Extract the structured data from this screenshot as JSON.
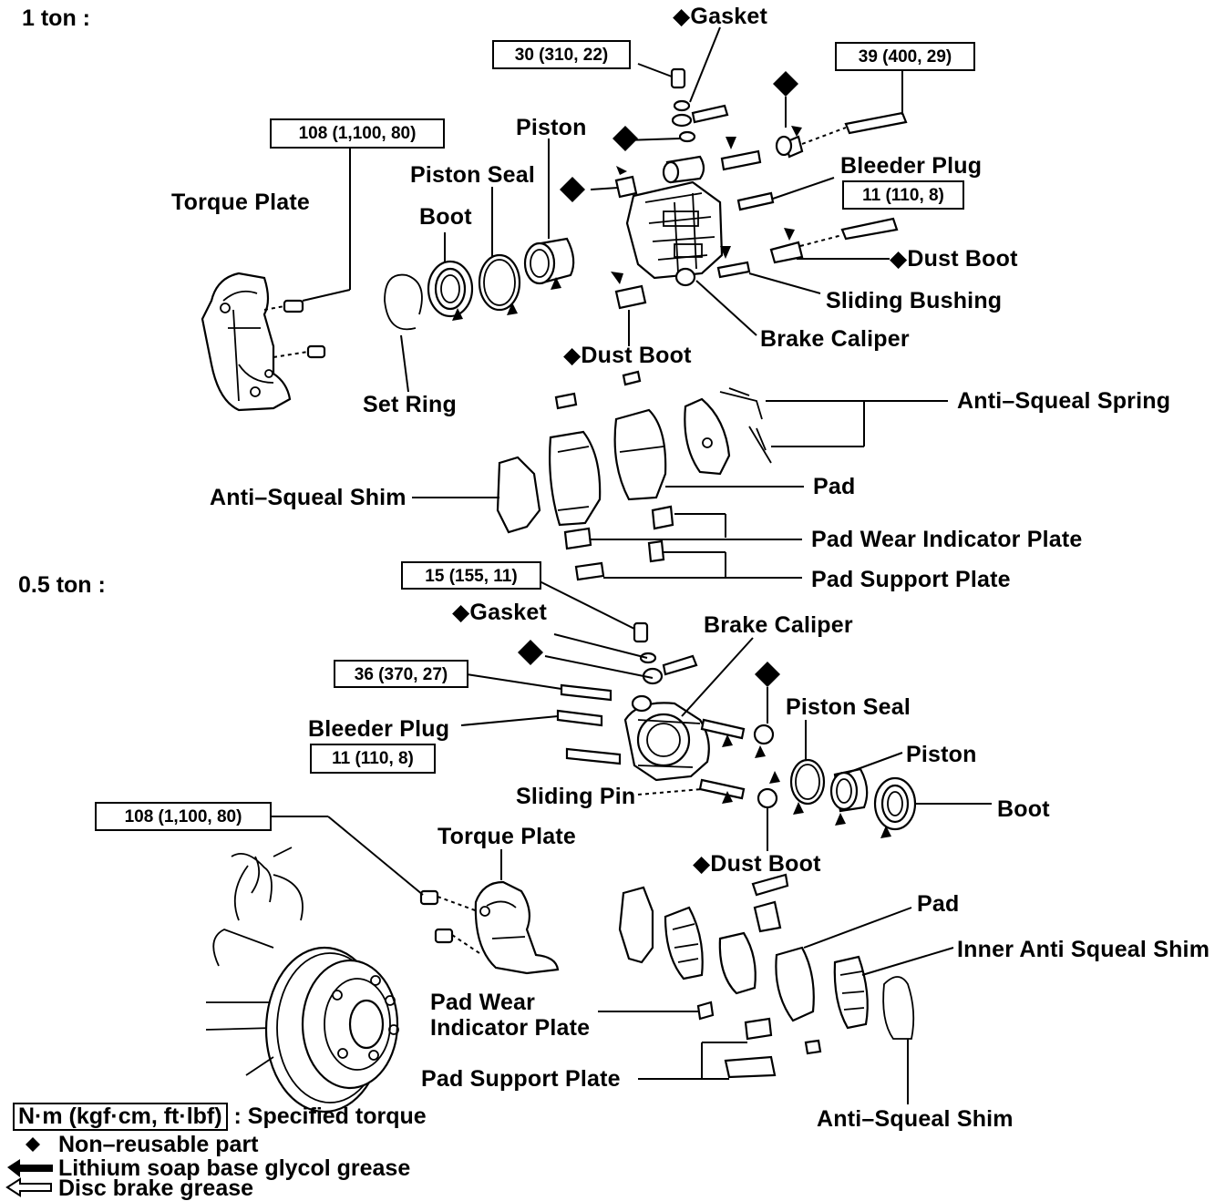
{
  "sections": {
    "one_ton": "1 ton :",
    "half_ton": "0.5 ton :"
  },
  "torque_specs": {
    "t30": "30 (310, 22)",
    "t39": "39 (400, 29)",
    "t108_top": "108 (1,100, 80)",
    "t11_top": "11 (110, 8)",
    "t15": "15 (155, 11)",
    "t36": "36 (370, 27)",
    "t11_bottom": "11 (110, 8)",
    "t108_bottom": "108 (1,100, 80)"
  },
  "labels_1ton": {
    "gasket": "◆Gasket",
    "piston": "Piston",
    "piston_seal": "Piston Seal",
    "boot": "Boot",
    "torque_plate": "Torque Plate",
    "bleeder_plug": "Bleeder Plug",
    "dust_boot_right": "◆Dust Boot",
    "sliding_bushing": "Sliding Bushing",
    "brake_caliper": "Brake Caliper",
    "dust_boot_bottom": "◆Dust Boot",
    "set_ring": "Set Ring",
    "anti_squeal_spring": "Anti–Squeal Spring",
    "pad": "Pad",
    "anti_squeal_shim": "Anti–Squeal Shim",
    "pad_wear_indicator_plate": "Pad Wear Indicator Plate",
    "pad_support_plate": "Pad Support Plate"
  },
  "labels_half_ton": {
    "gasket": "◆Gasket",
    "brake_caliper": "Brake Caliper",
    "piston_seal": "Piston Seal",
    "piston": "Piston",
    "bleeder_plug": "Bleeder Plug",
    "sliding_pin": "Sliding Pin",
    "boot": "Boot",
    "dust_boot": "◆Dust Boot",
    "torque_plate": "Torque Plate",
    "pad": "Pad",
    "inner_anti_squeal_shim": "Inner Anti Squeal Shim",
    "pad_wear_indicator_plate_1": "Pad Wear",
    "pad_wear_indicator_plate_2": "Indicator Plate",
    "pad_support_plate": "Pad Support Plate",
    "anti_squeal_shim": "Anti–Squeal Shim"
  },
  "legend": {
    "torque_box": "N·m (kgf·cm, ft·lbf)",
    "torque_text": ": Specified torque",
    "non_reusable": "Non–reusable part",
    "lithium": "Lithium soap base glycol grease",
    "disc_brake": "Disc brake grease"
  },
  "icons": [
    "diamond-icon",
    "black-arrow-icon",
    "outline-arrow-icon"
  ]
}
